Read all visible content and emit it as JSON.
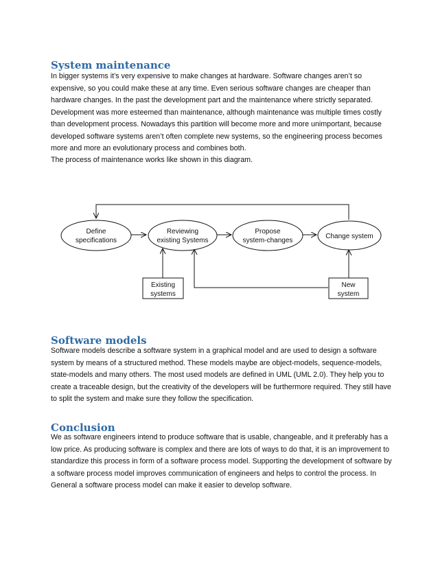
{
  "sections": [
    {
      "heading": "System maintenance",
      "paragraphs": [
        "In bigger systems it’s very expensive to make changes at hardware. Software changes aren’t so expensive, so you could make these at any time. Even serious software changes are cheaper than hardware changes. In the past the development part and the maintenance where strictly separated. Development was more esteemed than maintenance, although maintenance was multiple times costly than development process. Nowadays this partition will become more and more unimportant, because developed software systems aren’t often complete new systems, so the engineering process becomes more and more an evolutionary process and combines both.",
        "The process of maintenance works like shown in this diagram."
      ]
    },
    {
      "heading": "Software models",
      "paragraphs": [
        "Software models describe a software system in a graphical model and are used to design a software system by means of a structured method. These models maybe are object-models, sequence-models, state-models and many others. The most used models are defined in UML (UML 2.0). They help you to create a traceable design, but the creativity of the developers will be furthermore required. They still have to split the system and make sure they follow the specification."
      ]
    },
    {
      "heading": "Conclusion",
      "paragraphs": [
        "We as software engineers intend to produce software that is usable, changeable, and it preferably has a low price. As producing software is complex and there are lots of ways to do that, it is an improvement to standardize this process in form of a software process model. Supporting the development of software by a software process model improves communication of engineers and helps to control the process. In General a software process model can make it easier to develop software."
      ]
    }
  ],
  "diagram": {
    "nodes": {
      "define": [
        "Define",
        "specifications"
      ],
      "reviewing": [
        "Reviewing",
        "existing Systems"
      ],
      "propose": [
        "Propose",
        "system-changes"
      ],
      "change": [
        "Change system"
      ],
      "existing": [
        "Existing",
        "systems"
      ],
      "new": [
        "New",
        "system"
      ]
    }
  }
}
